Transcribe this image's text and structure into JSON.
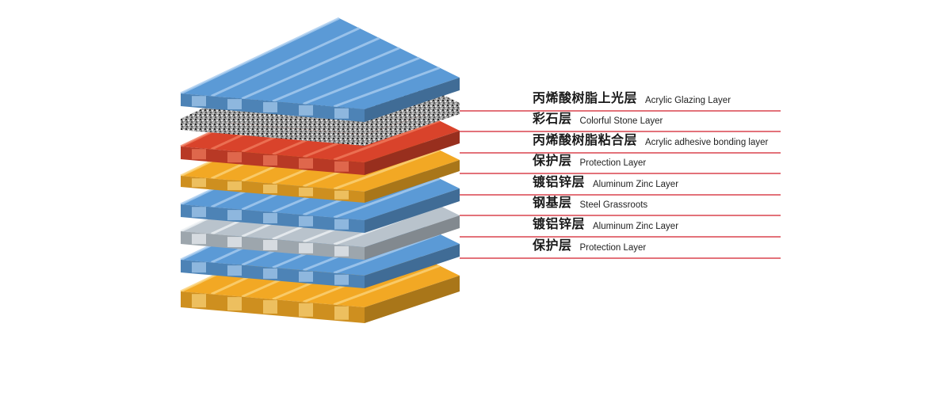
{
  "layers": [
    {
      "zh": "丙烯酸树脂上光层",
      "en": "Acrylic Glazing Layer",
      "color": "#5b9ad6",
      "accent": "#a9cdf0"
    },
    {
      "zh": "彩石层",
      "en": "Colorful Stone Layer",
      "color": "#8c8c8c",
      "accent": "#d8d8d8"
    },
    {
      "zh": "丙烯酸树脂粘合层",
      "en": "Acrylic adhesive bonding layer",
      "color": "#d9432b",
      "accent": "#f07a5c"
    },
    {
      "zh": "保护层",
      "en": "Protection Layer",
      "color": "#f2a824",
      "accent": "#fbd37a"
    },
    {
      "zh": "镀铝锌层",
      "en": "Aluminum Zinc Layer",
      "color": "#5b9ad6",
      "accent": "#a9cdf0"
    },
    {
      "zh": "钢基层",
      "en": "Steel Grassroots",
      "color": "#b9c3cc",
      "accent": "#eef2f5"
    },
    {
      "zh": "镀铝锌层",
      "en": "Aluminum Zinc Layer",
      "color": "#5b9ad6",
      "accent": "#a9cdf0"
    },
    {
      "zh": "保护层",
      "en": "Protection Layer",
      "color": "#f2a824",
      "accent": "#fbd37a"
    }
  ],
  "leader_color": "#d21e2b"
}
